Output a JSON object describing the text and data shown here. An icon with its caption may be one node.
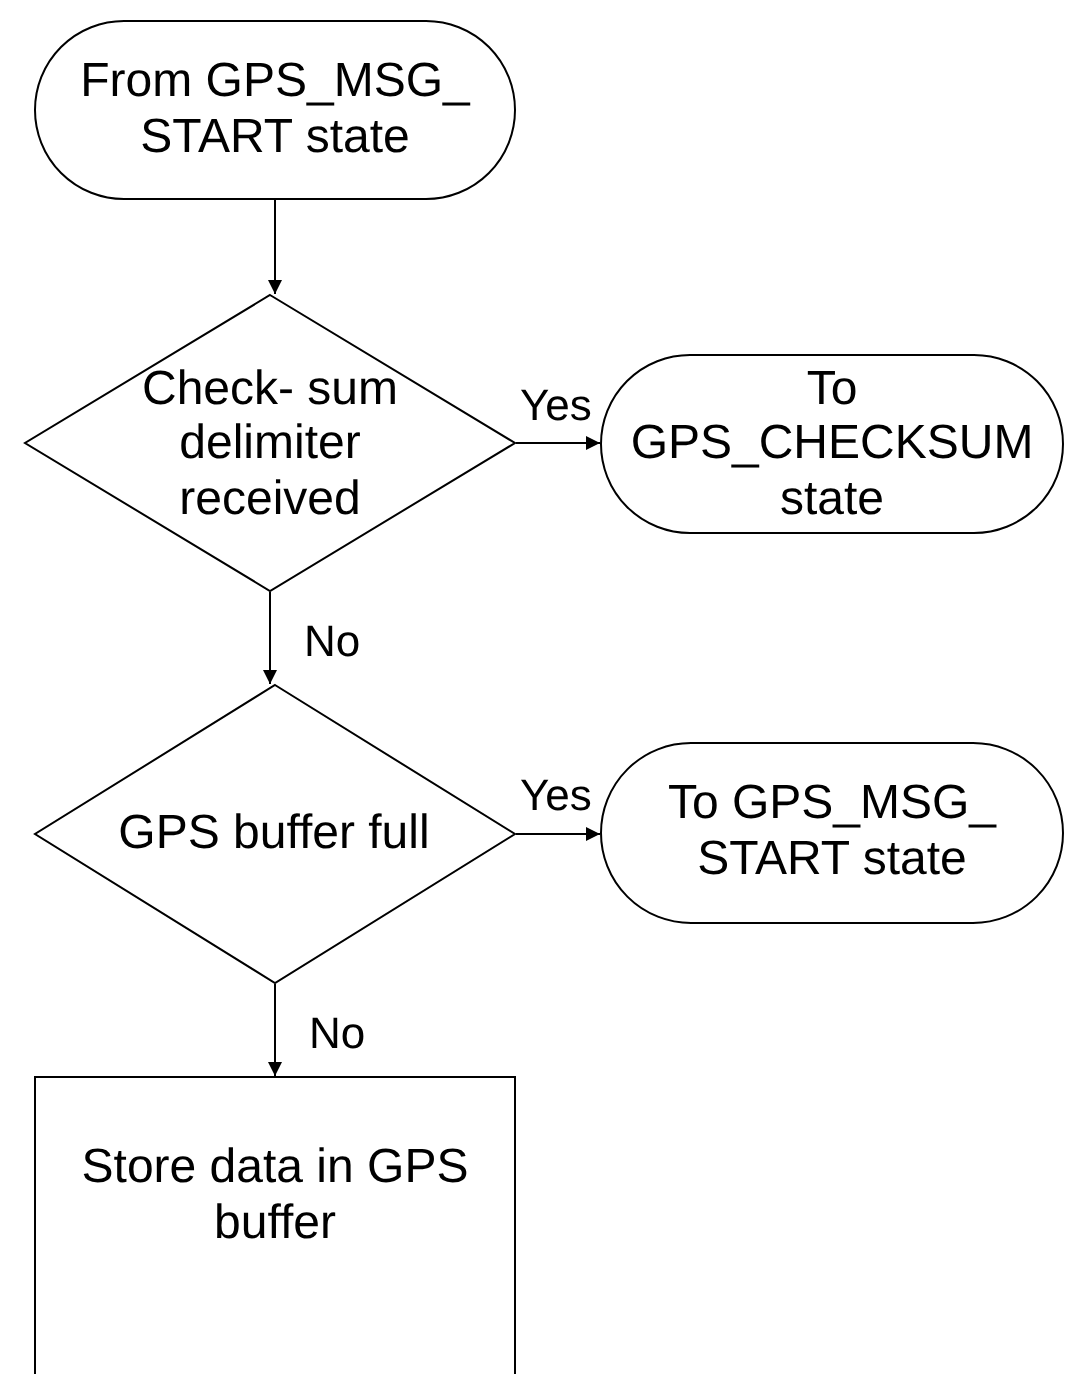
{
  "diagram": {
    "nodes": [
      {
        "text": [
          "From GPS_MSG_ START state"
        ]
      },
      {
        "text": [
          "Check- sum delimiter received"
        ]
      },
      {
        "text": [
          "To GPS_CHECKSUM state"
        ]
      },
      {
        "text": [
          "GPS buffer full"
        ]
      },
      {
        "text": [
          "To GPS_MSG_ START state"
        ]
      },
      {
        "text": [
          "Store data in GPS buffer"
        ]
      }
    ],
    "edges": [
      {
        "from": 0,
        "to": 1,
        "arrow": "to"
      },
      {
        "from": 1,
        "to": 2,
        "arrow": "to",
        "label": "Yes"
      },
      {
        "from": 1,
        "to": 3,
        "arrow": "to",
        "label": "No"
      },
      {
        "from": 3,
        "to": 4,
        "arrow": "to",
        "label": "Yes"
      },
      {
        "from": 3,
        "to": 5,
        "arrow": "to",
        "label": "No"
      }
    ]
  }
}
